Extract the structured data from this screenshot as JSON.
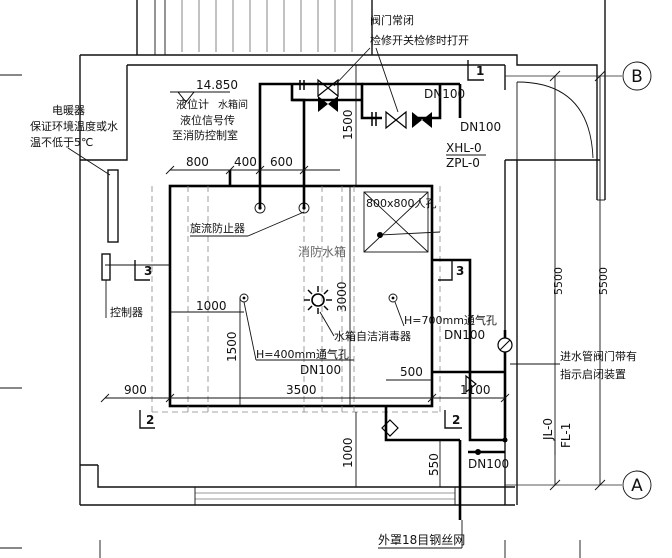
{
  "axes": {
    "b": "B",
    "a": "A"
  },
  "labels": {
    "elevation": "14.850",
    "level_gauge": "液位计",
    "tank_room": "水箱间",
    "level_signal_1": "液位信号传",
    "level_signal_2": "至消防控制室",
    "heater_1": "电暖器",
    "heater_2": "保证环境温度或水",
    "heater_3": "温不低于5℃",
    "valve_note_1": "阀门常闭",
    "valve_note_2": "检修开关检修时打开",
    "dn100_top": "DN100",
    "dn100_valve": "DN100",
    "xhl": "XHL-0",
    "zpl": "ZPL-0",
    "vortex": "旋流防止器",
    "fire_tank": "消防水箱",
    "manhole": "800x800人孔",
    "controller": "控制器",
    "disinfector": "水箱自洁消毒器",
    "vent_700": "H=700mm通气孔",
    "dn100_right": "DN100",
    "vent_400": "H=400mm通气孔",
    "dn100_center": "DN100",
    "inlet_1": "进水管阀门带有",
    "inlet_2": "指示启闭装置",
    "jl": "JL-0",
    "fl": "FL-1",
    "dn100_bottom": "DN100",
    "mesh": "外罩18目钢丝网",
    "sec_3_left": "3",
    "sec_3_right": "3",
    "sec_2_left": "2",
    "sec_2_right": "2",
    "sec_1_top": "1"
  },
  "dims": {
    "d800": "800",
    "d400": "400",
    "d600": "600",
    "d1500_top": "1500",
    "d1000": "1000",
    "d1500_left": "1500",
    "d3000": "3000",
    "d900": "900",
    "d3500": "3500",
    "d500": "500",
    "d1100": "1100",
    "d5500_a": "5500",
    "d5500_b": "5500",
    "d1000_bottom": "1000",
    "d550": "550"
  }
}
